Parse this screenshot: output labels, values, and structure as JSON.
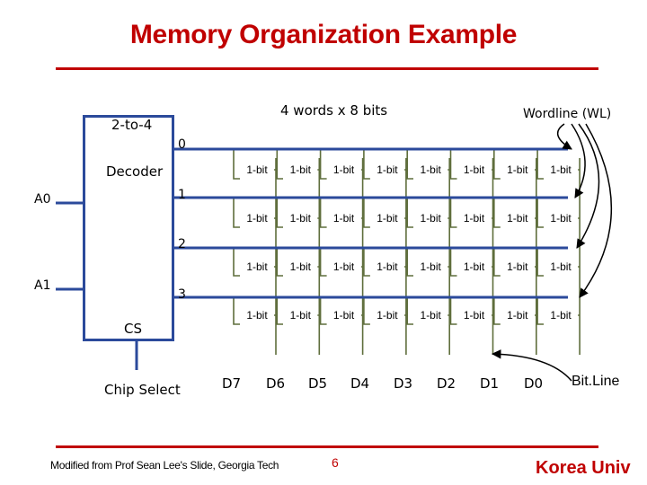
{
  "title": "Memory Organization Example",
  "array_label": "4 words x 8 bits",
  "wordline_label": "Wordline (WL)",
  "decoder": {
    "line1": "2-to-4",
    "line2": "Decoder",
    "outputs": [
      "0",
      "1",
      "2",
      "3"
    ]
  },
  "inputs": {
    "a0": "A0",
    "a1": "A1",
    "cs": "CS",
    "cs_desc": "Chip Select"
  },
  "cell_label": "1-bit",
  "rows": 4,
  "cols": 8,
  "data_bits": [
    "D7",
    "D6",
    "D5",
    "D4",
    "D3",
    "D2",
    "D1",
    "D0"
  ],
  "bitline_label": "Bit.Line",
  "footer": {
    "credit": "Modified from Prof Sean Lee's Slide, Georgia Tech",
    "page": "6",
    "brand": "Korea Univ"
  },
  "colors": {
    "title": "#c00000",
    "wire": "#2b4a9b",
    "cell_wire": "#5f6e3c"
  }
}
